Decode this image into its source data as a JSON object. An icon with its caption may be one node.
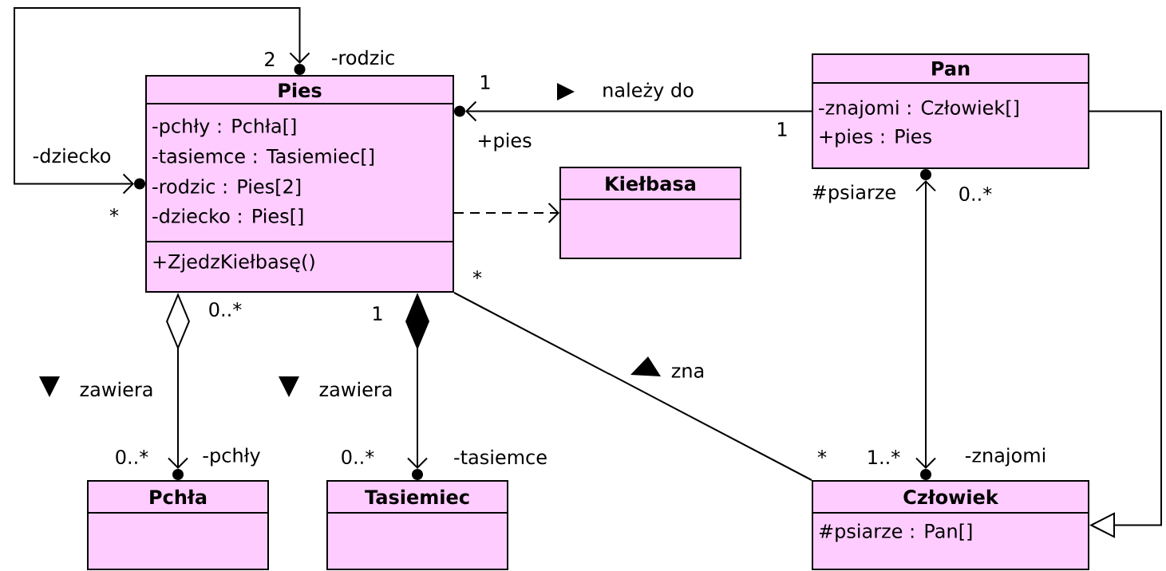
{
  "diagram": {
    "nodes": [
      {
        "text": [
          "Pies",
          "-pchły : Pchła[]",
          "-tasiemce : Tasiemiec[]",
          "-rodzic : Pies[2]",
          "-dziecko : Pies[]",
          "+ZjedzKiełbasę()"
        ]
      },
      {
        "text": [
          "Pan",
          "-znajomi : Człowiek[]",
          "+pies : Pies"
        ]
      },
      {
        "text": [
          "Kiełbasa"
        ]
      },
      {
        "text": [
          "Pchła"
        ]
      },
      {
        "text": [
          "Tasiemiec"
        ]
      },
      {
        "text": [
          "Człowiek",
          "#psiarze : Pan[]"
        ]
      }
    ],
    "edges": [
      {
        "from": 0,
        "to": 0,
        "arrow": "both"
      },
      {
        "from": 1,
        "to": 0,
        "arrow": "to",
        "label": "należy do"
      },
      {
        "from": 0,
        "to": 2,
        "arrow": "to",
        "style": "dashed"
      },
      {
        "from": 0,
        "to": 3,
        "arrow": "to",
        "label": "zawiera"
      },
      {
        "from": 0,
        "to": 4,
        "arrow": "to",
        "label": "zawiera"
      },
      {
        "from": 0,
        "to": 5,
        "arrow": "none",
        "label": "zna"
      },
      {
        "from": 1,
        "to": 5,
        "arrow": "both"
      },
      {
        "from": 1,
        "to": 5,
        "arrow": "to"
      }
    ],
    "labels": [
      "2",
      "-rodzic",
      "1",
      "1",
      "+pies",
      "-dziecko",
      "#psiarze",
      "0..*",
      "*",
      "*",
      "0..*",
      "1",
      "0..*",
      "-pchły",
      "0..*",
      "-tasiemce",
      "*",
      "1..*",
      "-znajomi"
    ]
  }
}
